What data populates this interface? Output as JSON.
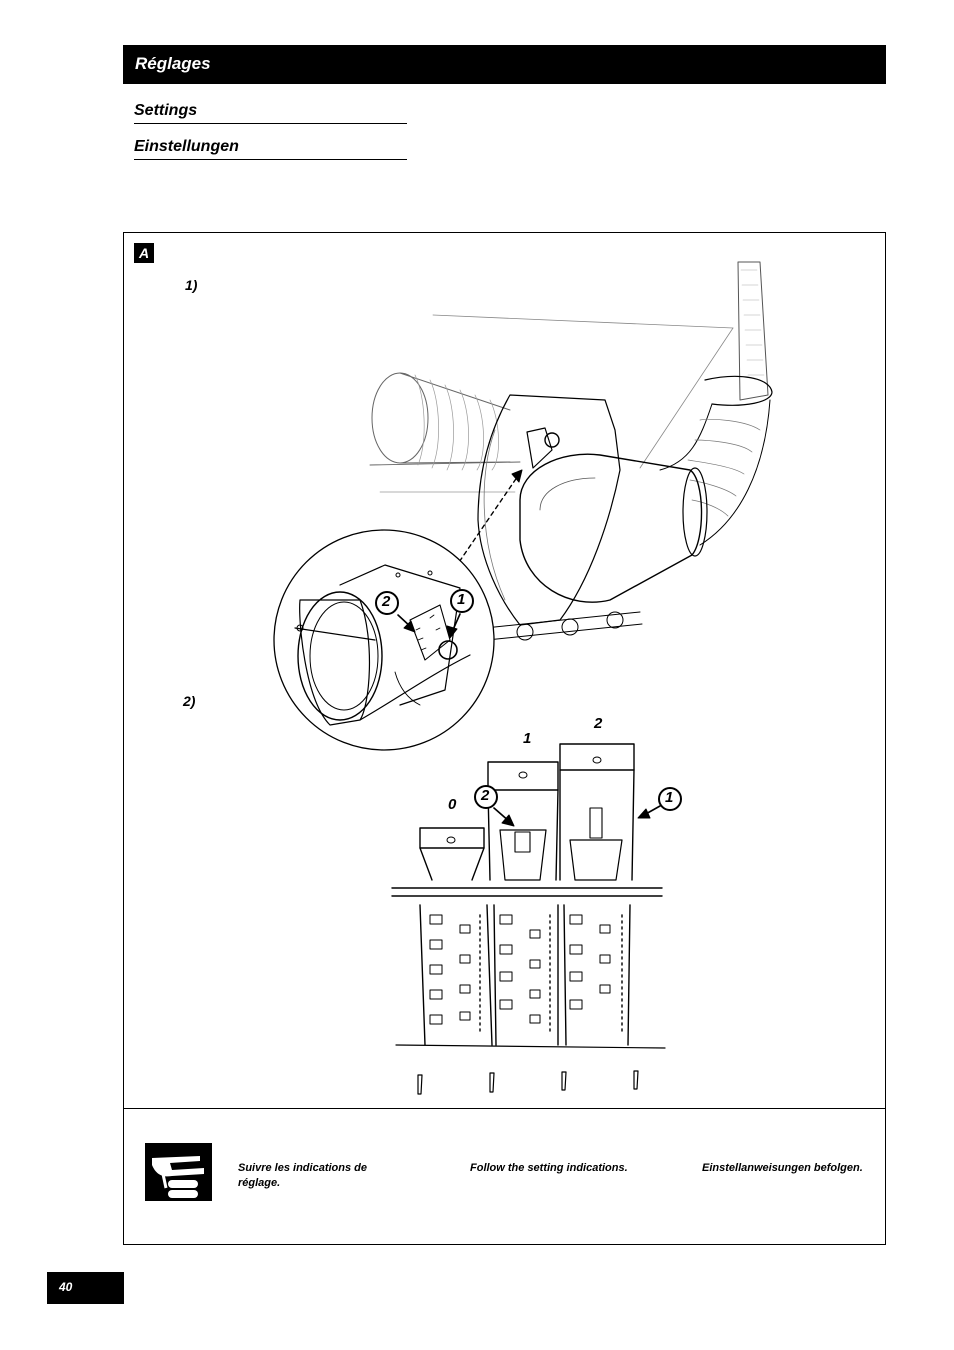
{
  "header": {
    "title": "Réglages"
  },
  "subtitles": {
    "en": "Settings",
    "de": "Einstellungen"
  },
  "figure": {
    "section_label": "A",
    "step1": "1)",
    "step2": "2)",
    "callouts": {
      "one": "1",
      "two": "2"
    },
    "position_labels": {
      "p0": "0",
      "p1": "1",
      "p2": "2"
    }
  },
  "notes": {
    "icon": "setting-indication-icon",
    "fr": "Suivre les indications de réglage.",
    "en": "Follow the setting indications.",
    "de": "Einstellanweisungen befolgen."
  },
  "footer": {
    "page_number": "40"
  },
  "colors": {
    "ink": "#000000",
    "paper": "#ffffff"
  }
}
